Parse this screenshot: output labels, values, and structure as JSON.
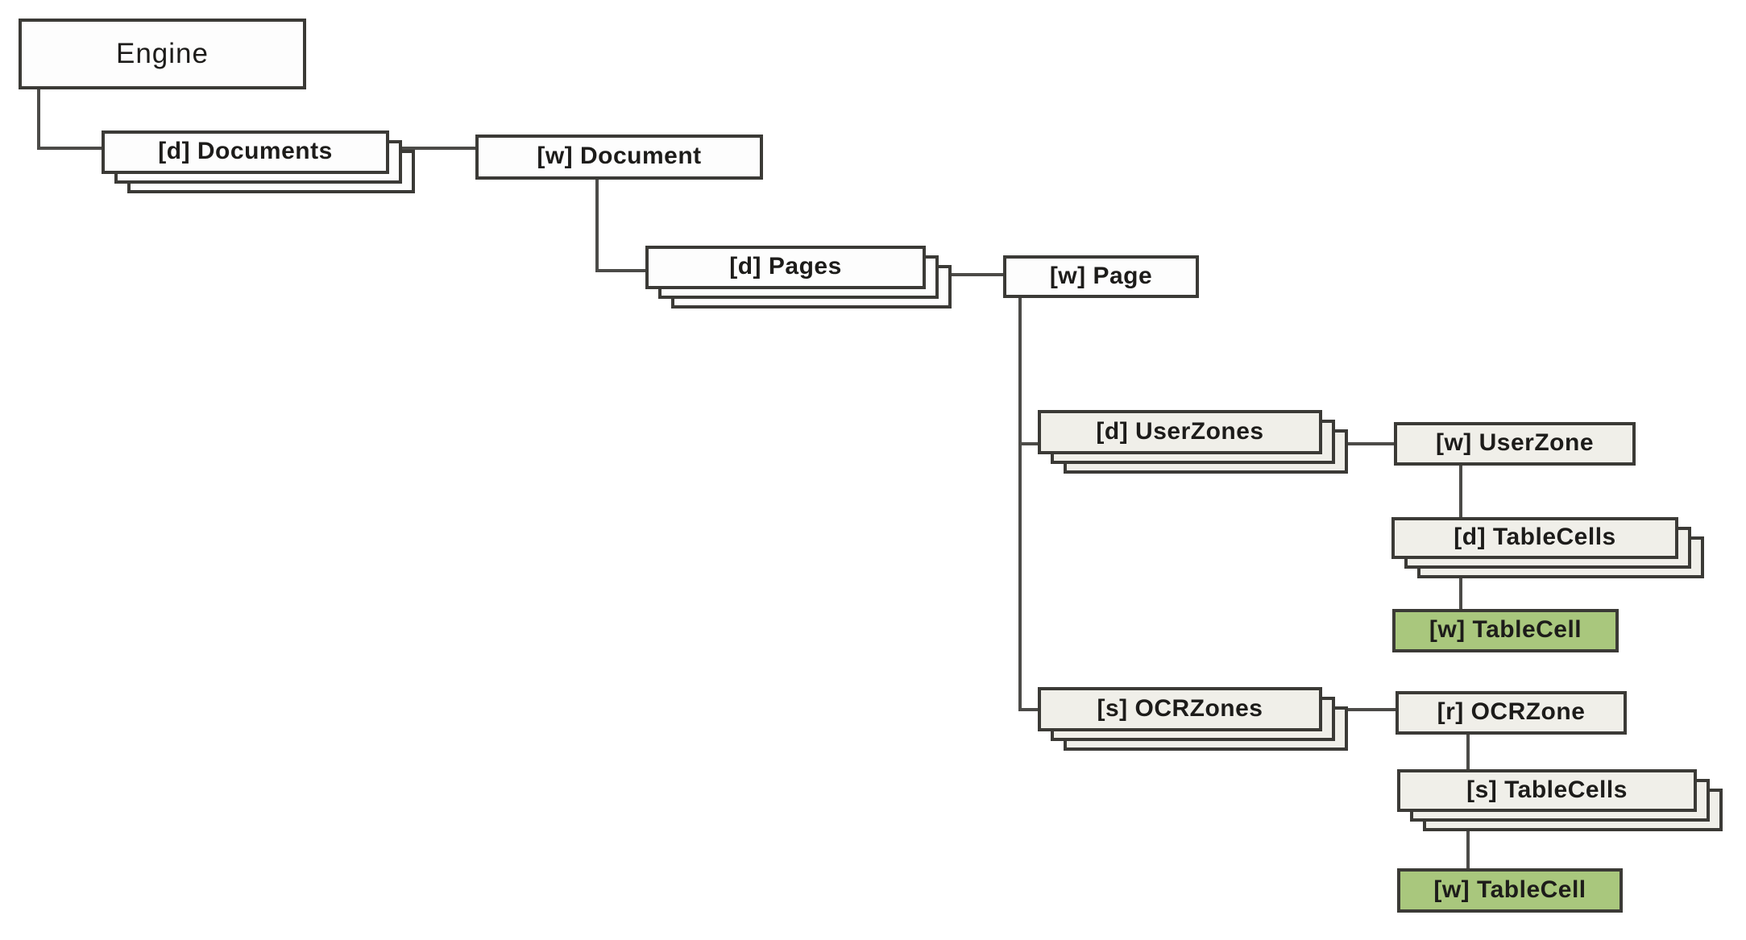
{
  "diagram": {
    "description": "Object hierarchy diagram",
    "nodes": {
      "engine": {
        "label": "Engine",
        "stacked": false,
        "highlighted": false
      },
      "documents": {
        "label": "[d] Documents",
        "stacked": true,
        "highlighted": false
      },
      "document": {
        "label": "[w] Document",
        "stacked": false,
        "highlighted": false
      },
      "pages": {
        "label": "[d] Pages",
        "stacked": true,
        "highlighted": false
      },
      "page": {
        "label": "[w] Page",
        "stacked": false,
        "highlighted": false
      },
      "userzones": {
        "label": "[d] UserZones",
        "stacked": true,
        "highlighted": false
      },
      "userzone": {
        "label": "[w] UserZone",
        "stacked": false,
        "highlighted": false
      },
      "tablecells_user": {
        "label": "[d] TableCells",
        "stacked": true,
        "highlighted": false
      },
      "tablecell_user": {
        "label": "[w] TableCell",
        "stacked": false,
        "highlighted": true
      },
      "ocrzones": {
        "label": "[s] OCRZones",
        "stacked": true,
        "highlighted": false
      },
      "ocrzone": {
        "label": "[r] OCRZone",
        "stacked": false,
        "highlighted": false
      },
      "tablecells_ocr": {
        "label": "[s] TableCells",
        "stacked": true,
        "highlighted": false
      },
      "tablecell_ocr": {
        "label": "[w] TableCell",
        "stacked": false,
        "highlighted": true
      }
    },
    "colors": {
      "box_border": "#3b3a36",
      "connector": "#4c4b48",
      "box_fill_white": "#fdfdfd",
      "box_fill_gray": "#f0efe9",
      "box_fill_green": "#a9c77d",
      "background": "#ffffff"
    }
  }
}
